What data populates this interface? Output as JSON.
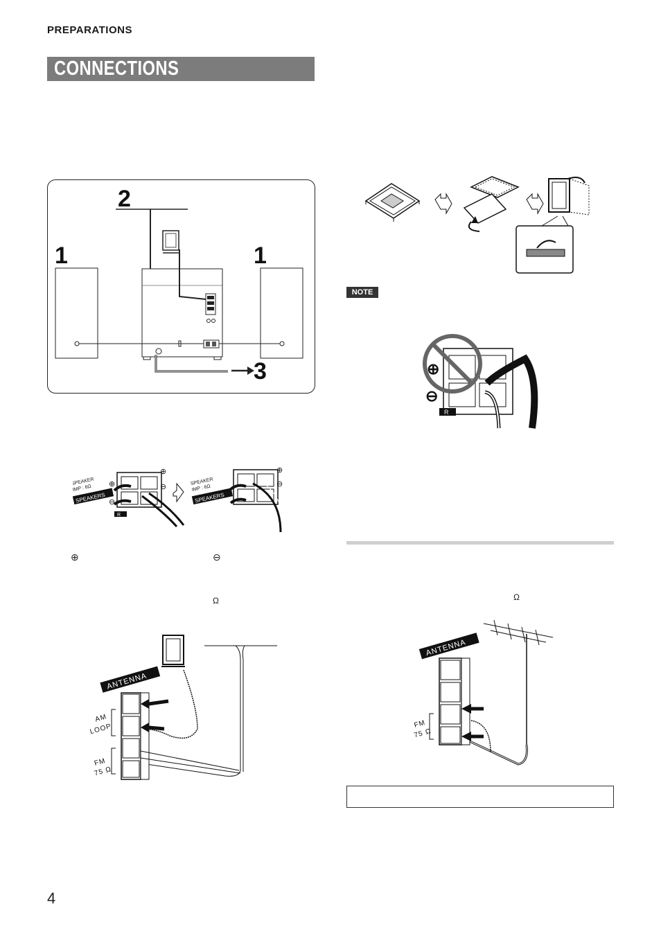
{
  "header": {
    "section_label": "PREPARATIONS",
    "title": "CONNECTIONS"
  },
  "overview_diagram": {
    "callout_left": "1",
    "callout_top": "2",
    "callout_right": "1",
    "callout_bottom": "3"
  },
  "speaker_figure": {
    "label_speaker": "SPEAKER",
    "label_imp": "IMP : 6Ω",
    "label_speakers": "SPEAKERS",
    "label_r": "R"
  },
  "polarity_row": {
    "plus_symbol": "⊕",
    "minus_symbol": "⊖",
    "ohm_symbol": "Ω"
  },
  "antenna_figure_left": {
    "antenna": "ANTENNA",
    "am": "AM",
    "loop": "LOOP",
    "fm": "FM",
    "ohms": "75 Ω"
  },
  "note": {
    "badge": "NOTE",
    "plus_symbol": "⊕",
    "minus_symbol": "⊖",
    "channel": "R"
  },
  "antenna_figure_right": {
    "ohm_symbol": "Ω",
    "antenna": "ANTENNA",
    "fm": "FM",
    "ohms": "75 Ω"
  },
  "footer": {
    "page_number": "4"
  }
}
